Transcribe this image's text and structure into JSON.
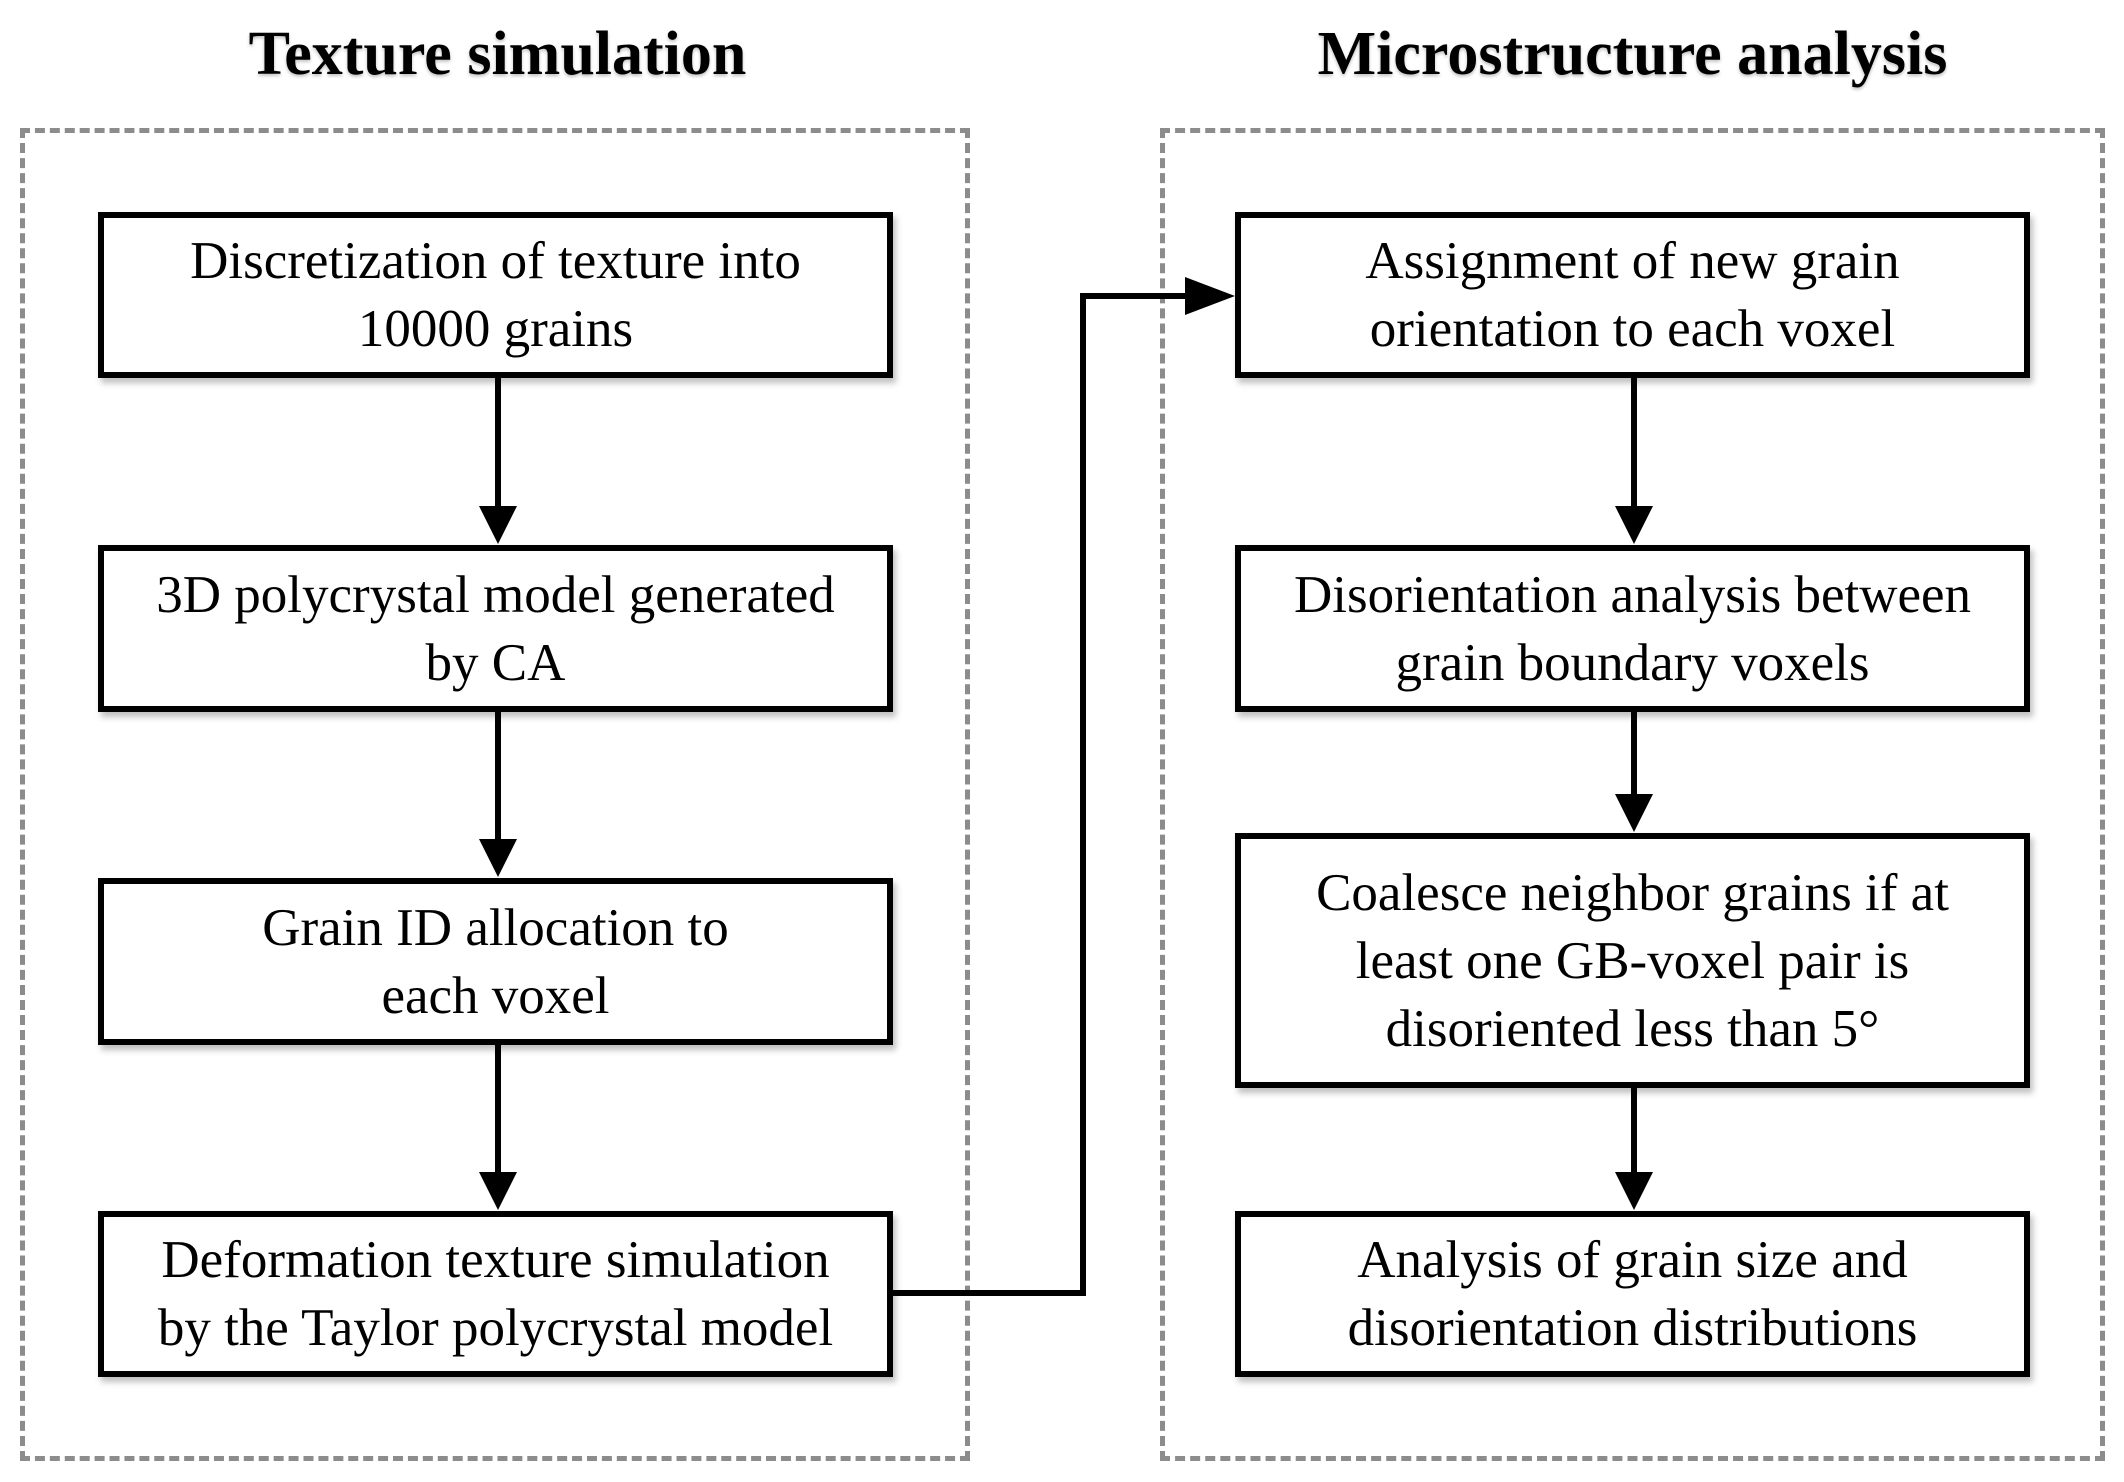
{
  "panels": {
    "left": {
      "title": "Texture simulation",
      "steps": [
        "Discretization of  texture into\n10000 grains",
        "3D polycrystal model generated\nby CA",
        "Grain ID allocation to\neach voxel",
        "Deformation texture simulation\nby the Taylor polycrystal model"
      ]
    },
    "right": {
      "title": "Microstructure analysis",
      "steps": [
        "Assignment of new grain\norientation to each voxel",
        "Disorientation analysis between\ngrain boundary voxels",
        "Coalesce neighbor grains if at\nleast one GB-voxel pair is\ndisoriented less than 5°",
        "Analysis of grain size and\ndisorientation distributions"
      ]
    }
  }
}
